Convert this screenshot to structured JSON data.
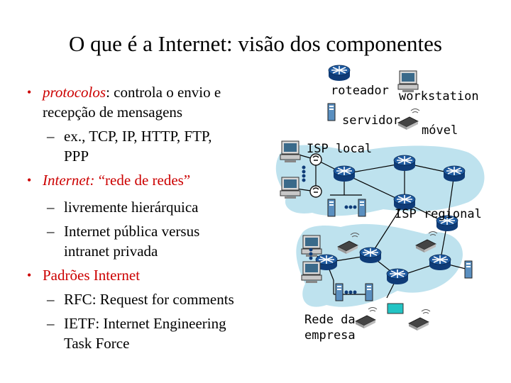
{
  "slide": {
    "title": "O que é a Internet: visão dos componentes",
    "bullets": {
      "b1_term": "protocolos",
      "b1_rest": ": controla o envio e",
      "b1_cont": "recepção de mensagens",
      "b1_sub1": "ex., TCP, IP, HTTP, FTP,",
      "b1_sub1_cont": "PPP",
      "b2_term": "Internet:",
      "b2_rest": " “rede de redes”",
      "b2_sub1": "livremente hierárquica",
      "b2_sub2": "Internet pública versus",
      "b2_sub2_cont": "intranet privada",
      "b3": "Padrões Internet",
      "b3_sub1": "RFC: Request for comments",
      "b3_sub2": "IETF: Internet Engineering",
      "b3_sub2_cont": "Task Force"
    }
  },
  "diagram": {
    "legend": {
      "router": "roteador",
      "workstation": "workstation",
      "server": "servidor",
      "mobile": "móvel"
    },
    "labels": {
      "local_isp": "ISP local",
      "regional_isp": "ISP regional",
      "company_net_line1": "Rede da",
      "company_net_line2": "empresa"
    },
    "colors": {
      "router": "#0f3c78",
      "network_blob": "#a8d8e8",
      "server": "#5a8fc0",
      "link": "#000000"
    },
    "icons": [
      "router-icon",
      "workstation-icon",
      "server-icon",
      "mobile-laptop-icon",
      "telephone-icon",
      "modem-dots-icon"
    ]
  }
}
